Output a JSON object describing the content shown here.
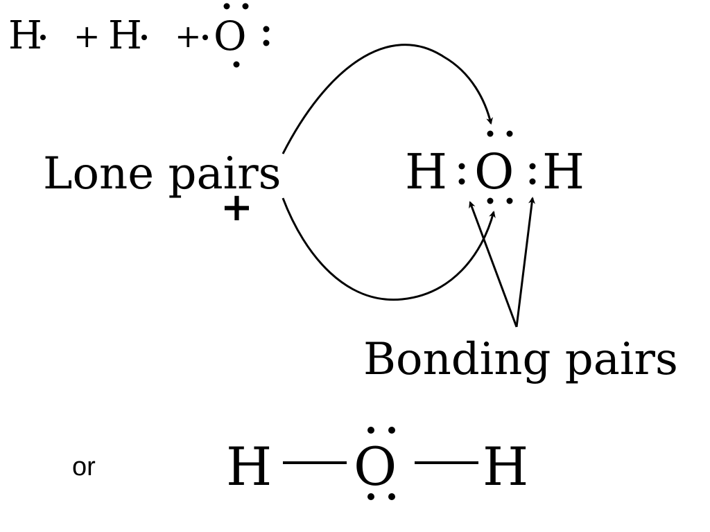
{
  "reactants": {
    "h1": "H",
    "plus1": "+",
    "h2": "H",
    "plus2": "+",
    "o": "O"
  },
  "product": {
    "h_left": "H",
    "o": "O",
    "h_right": "H"
  },
  "labels": {
    "lone_pairs": "Lone pairs",
    "plus_mark": "+",
    "bonding_pairs": "Bonding pairs"
  },
  "alternative": {
    "or_label": "or",
    "h_left": "H",
    "o": "O",
    "h_right": "H"
  }
}
